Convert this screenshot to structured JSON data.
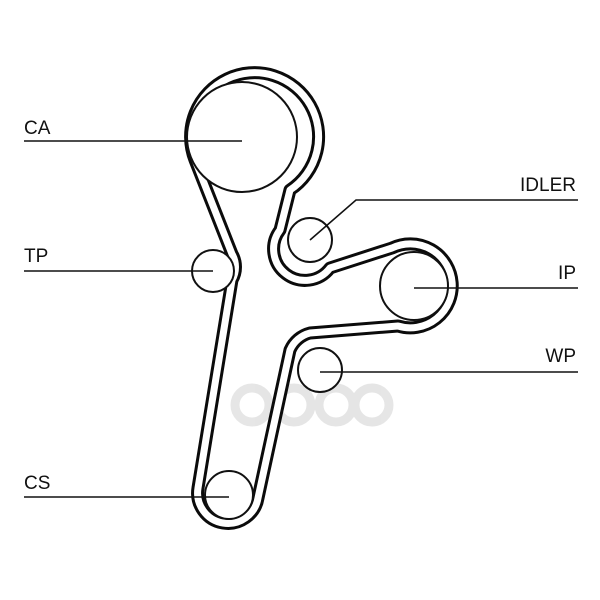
{
  "labels": {
    "ca": "CA",
    "idler": "IDLER",
    "tp": "TP",
    "ip": "IP",
    "wp": "WP",
    "cs": "CS"
  },
  "watermark": "auto",
  "colors": {
    "line": "#111111",
    "watermark": "#e3e3e3",
    "background": "#ffffff"
  }
}
